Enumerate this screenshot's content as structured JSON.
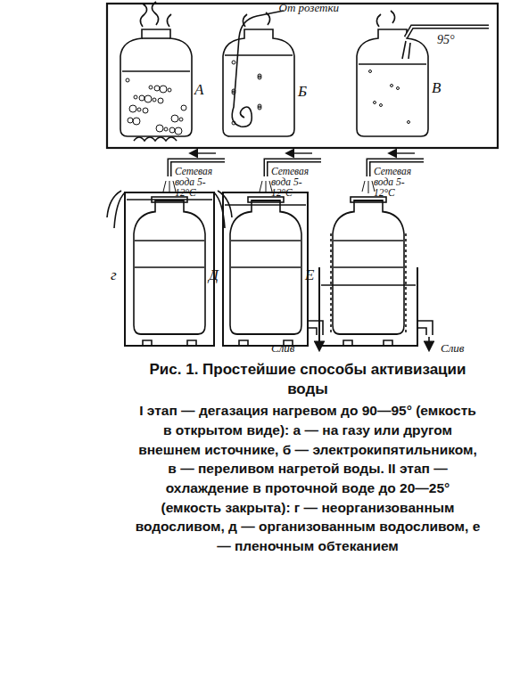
{
  "diagram": {
    "title": "Рис. 1. Простейшие способы активизации воды",
    "caption": "I этап — дегазация нагревом до 90—95° (емкость в открытом виде): а — на газу или другом внешнем источнике, б — электрокипятильником, в — переливом нагретой воды. II этап — охлаждение в проточной воде до 20—25° (емкость закрыта): г — неорганизованным водосливом, д — организованным водосливом, е — пленочным обтеканием",
    "labels": [
      "А",
      "От розетки",
      "Б",
      "95°",
      "В",
      "Сетевая вода 5-12°С",
      "Сетевая вода 5-12°С",
      "Сетевая вода 5-12°С",
      "г",
      "Д",
      "Е",
      "Слив",
      "Слив"
    ]
  }
}
